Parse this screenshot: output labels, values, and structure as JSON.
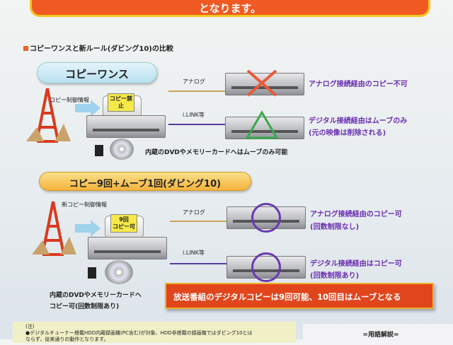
{
  "banner": {
    "text": "となります。"
  },
  "heading": "コピーワンスと新ルール(ダビング10)の比較",
  "copy_once": {
    "title": "コピーワンス",
    "control_label": "コピー制御情報",
    "tag": "コピー禁止",
    "analog_label": "アナログ",
    "digital_label": "i.LINK等",
    "analog_result": "アナログ接続経由のコピー不可",
    "digital_result": "デジタル接続経由はムーブのみ",
    "digital_result_note": "(元の映像は削除される)",
    "internal_note": "内蔵のDVDやメモリーカードへはムーブのみ可能"
  },
  "dubbing10": {
    "title": "コピー9回+ムーブ1回(ダビング10)",
    "control_label": "新コピー制御情報",
    "tag_line1": "9回",
    "tag_line2": "コピー可",
    "analog_label": "アナログ",
    "digital_label": "i.LINK等",
    "analog_result": "アナログ接続経由のコピー可",
    "analog_result_note": "(回数制限なし)",
    "digital_result": "デジタル接続経由はコピー可",
    "digital_result_note": "(回数制限あり)",
    "internal_note_line1": "内蔵のDVDやメモリーカードへ",
    "internal_note_line2": "コピー可(回数制限あり)"
  },
  "summary": "放送番組のデジタルコピーは9回可能、10回目はムーブとなる",
  "notes": {
    "label": "(注)",
    "line1": "●デジタルチューナー搭載HDD内蔵録画機(PC含む)が対象、HDD非搭載の録画機ではダビング10とは",
    "line2": "ならず、従来通りの動作となります。",
    "glossary_title": "=用語解説="
  },
  "colors": {
    "orange": "#f05a22",
    "purple": "#6a2fb0",
    "red": "#e0451c"
  }
}
